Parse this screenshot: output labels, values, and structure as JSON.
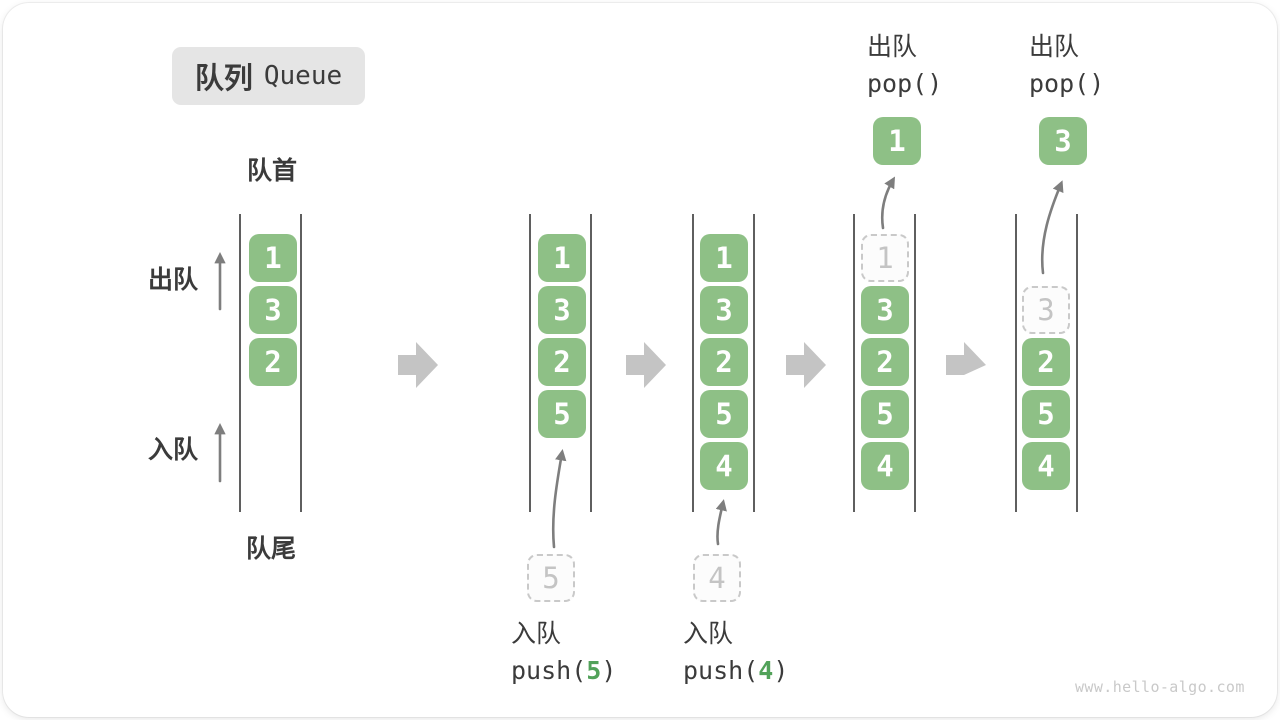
{
  "title": {
    "badge_zh": "队列",
    "badge_en": "Queue"
  },
  "side_labels": {
    "front": "队首",
    "rear": "队尾",
    "dequeue": "出队",
    "enqueue": "入队"
  },
  "queue_states": [
    {
      "green_start": 0,
      "green": [
        "1",
        "3",
        "2"
      ]
    },
    {
      "green_start": 0,
      "green": [
        "1",
        "3",
        "2",
        "5"
      ],
      "staging": "5"
    },
    {
      "green_start": 0,
      "green": [
        "1",
        "3",
        "2",
        "5",
        "4"
      ],
      "staging": "4"
    },
    {
      "green_start": 1,
      "green": [
        "3",
        "2",
        "5",
        "4"
      ],
      "dashed_slot": 0,
      "dashed_value": "1",
      "popped": "1"
    },
    {
      "green_start": 2,
      "green": [
        "2",
        "5",
        "4"
      ],
      "dashed_slot": 1,
      "dashed_value": "3",
      "popped": "3"
    }
  ],
  "push_ops": [
    {
      "label": "入队",
      "fn_prefix": "push(",
      "arg": "5",
      "fn_suffix": ")"
    },
    {
      "label": "入队",
      "fn_prefix": "push(",
      "arg": "4",
      "fn_suffix": ")"
    }
  ],
  "pop_ops": [
    {
      "label": "出队",
      "code": "pop()"
    },
    {
      "label": "出队",
      "code": "pop()"
    }
  ],
  "watermark": "www.hello-algo.com",
  "colors": {
    "box_green": "#8ec086",
    "accent_green": "#52a25a",
    "flow_arrow": "#c4c4c4",
    "channel_line": "#5f5f5f",
    "dashed_border": "#c9c9c9",
    "text_dark": "#3b3b3b",
    "badge_bg": "#e5e5e5",
    "arrow_stroke": "#7e7e7e",
    "watermark_gray": "#c9c9c9"
  }
}
